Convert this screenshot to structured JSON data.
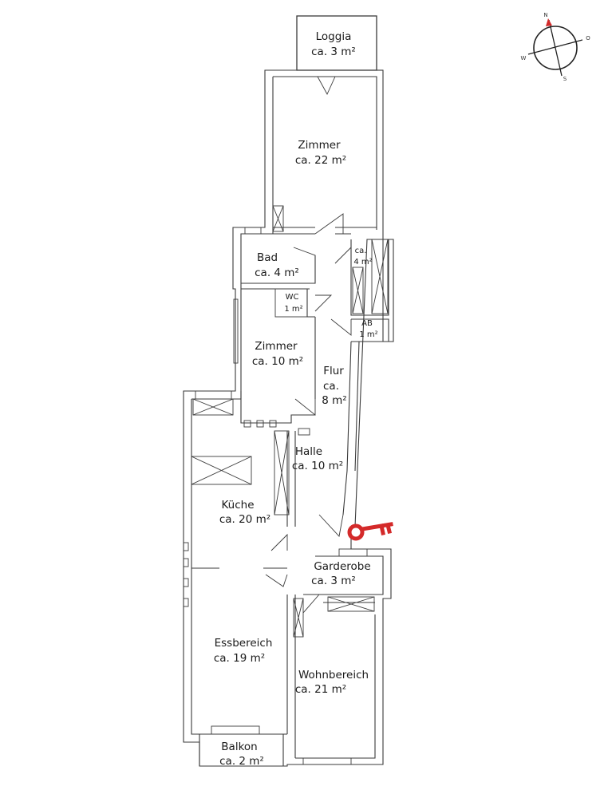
{
  "rooms": {
    "loggia": {
      "name": "Loggia",
      "area": "ca. 3 m²"
    },
    "zimmer_large": {
      "name": "Zimmer",
      "area": "ca. 22 m²"
    },
    "bad": {
      "name": "Bad",
      "area": "ca. 4 m²"
    },
    "abstell": {
      "name": "ca.",
      "area": "4 m²"
    },
    "wc": {
      "name": "WC",
      "area": "1 m²"
    },
    "ab": {
      "name": "AB",
      "area": "1 m²"
    },
    "zimmer_small": {
      "name": "Zimmer",
      "area": "ca. 10 m²"
    },
    "flur": {
      "name": "Flur",
      "line2": "ca.",
      "line3": "8 m²"
    },
    "halle": {
      "name": "Halle",
      "area": "ca. 10 m²"
    },
    "kueche": {
      "name": "Küche",
      "area": "ca. 20 m²"
    },
    "garderobe": {
      "name": "Garderobe",
      "area": "ca. 3 m²"
    },
    "essbereich": {
      "name": "Essbereich",
      "area": "ca. 19 m²"
    },
    "wohnbereich": {
      "name": "Wohnbereich",
      "area": "ca. 21 m²"
    },
    "balkon": {
      "name": "Balkon",
      "area": "ca. 2 m²"
    }
  },
  "compass": {
    "north": "N",
    "east": "O",
    "south": "S",
    "west": "W"
  },
  "colors": {
    "wall": "#3a3a3a",
    "key": "#d42a2a",
    "compass_north": "#d42a2a"
  },
  "icons": {
    "entrance_marker": "key-icon",
    "orientation": "compass-icon"
  }
}
